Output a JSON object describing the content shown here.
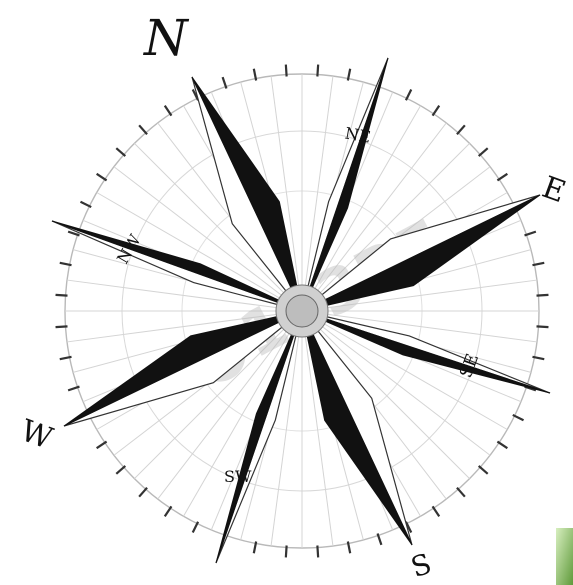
{
  "compass": {
    "north_label": "N",
    "east_label": "E",
    "south_label": "S",
    "west_label": "W",
    "northeast_label": "NE",
    "southeast_label": "SE",
    "southwest_label": "SW",
    "northwest_label": "NW"
  },
  "watermark": {
    "text": "123RF"
  },
  "colors": {
    "ink": "#111111",
    "grid": "#c8c8c8",
    "paper": "#ffffff",
    "corner_thumb": "#8fbf5a"
  }
}
